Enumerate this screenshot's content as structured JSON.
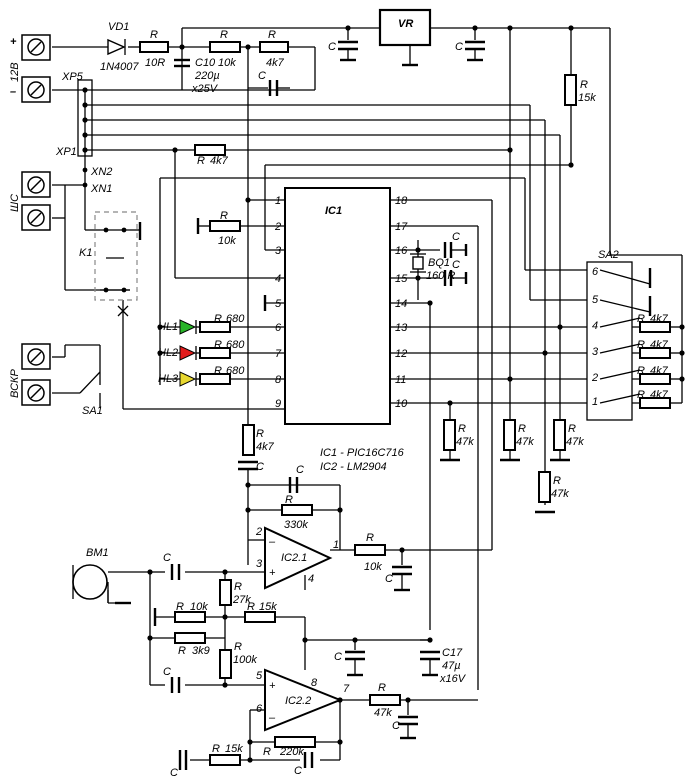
{
  "terminals": {
    "plus": "+",
    "minus": "–",
    "voltage": "12В",
    "shs": "ШС",
    "vskr": "ВСКР"
  },
  "connectors": {
    "xp5": "XP5",
    "xp1": "XP1",
    "xn2": "XN2",
    "xn1": "XN1"
  },
  "parts": {
    "vd1": "VD1",
    "vd1_type": "1N4007",
    "r_in": "R",
    "r_in_val": "10R",
    "c10": "C10",
    "c10_val": "220µ",
    "c10_volt": "x25V",
    "r_10k_top": "R",
    "r_10k_top_val": "10k",
    "r_4k7_top": "R",
    "r_4k7_top_val": "4k7",
    "c_top": "C",
    "c_vr_left": "C",
    "c_vr_right": "C",
    "vr": "VR",
    "r_15k_right": "R",
    "r_15k_right_val": "15k",
    "r_4k7_mid": "R",
    "r_4k7_mid_val": "4k7",
    "r_10k_pin2": "R",
    "r_10k_pin2_val": "10k",
    "k1": "K1",
    "hl1": "HL1",
    "hl2": "HL2",
    "hl3": "HL3",
    "r_680": "R",
    "r_680_val": "680",
    "sa1": "SA1",
    "sa2": "SA2",
    "bq1": "BQ1",
    "bq1_val": "160.R",
    "c_bq": "C",
    "r_4k7": "R",
    "r_4k7_val": "4k7",
    "r_47k": "R",
    "r_47k_val": "47k",
    "r_4k7_low": "R",
    "r_4k7_low_val": "4k7",
    "c_low": "C",
    "c_fb": "C",
    "r_330k": "R",
    "r_330k_val": "330k",
    "ic21": "IC2.1",
    "ic22": "IC2.2",
    "r_10k_out": "R",
    "r_10k_out_val": "10k",
    "c_out1": "C",
    "bm1": "BM1",
    "c_mic": "C",
    "r_27k": "R",
    "r_27k_val": "27k",
    "r_10k_b": "R",
    "r_10k_b_val": "10k",
    "r_15k_b": "R",
    "r_15k_b_val": "15k",
    "r_3k9": "R",
    "r_3k9_val": "3k9",
    "r_100k": "R",
    "r_100k_val": "100k",
    "c_mid": "C",
    "c17": "C17",
    "c17_val": "47µ",
    "c17_volt": "x16V",
    "r_47k_out": "R",
    "r_47k_out_val": "47k",
    "c_out2": "C",
    "r_15k_c": "R",
    "r_15k_c_val": "15k",
    "r_220k": "R",
    "r_220k_val": "220k",
    "c_bottom_left": "C",
    "c_bottom": "C"
  },
  "ic1": {
    "name": "IC1",
    "pins_left": [
      "1",
      "2",
      "3",
      "4",
      "5",
      "6",
      "7",
      "8",
      "9"
    ],
    "pins_right": [
      "18",
      "17",
      "16",
      "15",
      "14",
      "13",
      "12",
      "11",
      "10"
    ]
  },
  "sa2_pins": [
    "6",
    "5",
    "4",
    "3",
    "2",
    "1"
  ],
  "opamp_pins": {
    "a_in_minus": "2",
    "a_in_plus": "3",
    "a_out": "1",
    "a_gnd": "4",
    "b_in_plus": "5",
    "b_in_minus": "6",
    "b_out": "7",
    "b_vcc": "8"
  },
  "opamp_signs": {
    "minus": "–",
    "plus": "+"
  },
  "legend": {
    "line1": "IC1 - PIC16C716",
    "line2": "IC2 - LM2904"
  }
}
